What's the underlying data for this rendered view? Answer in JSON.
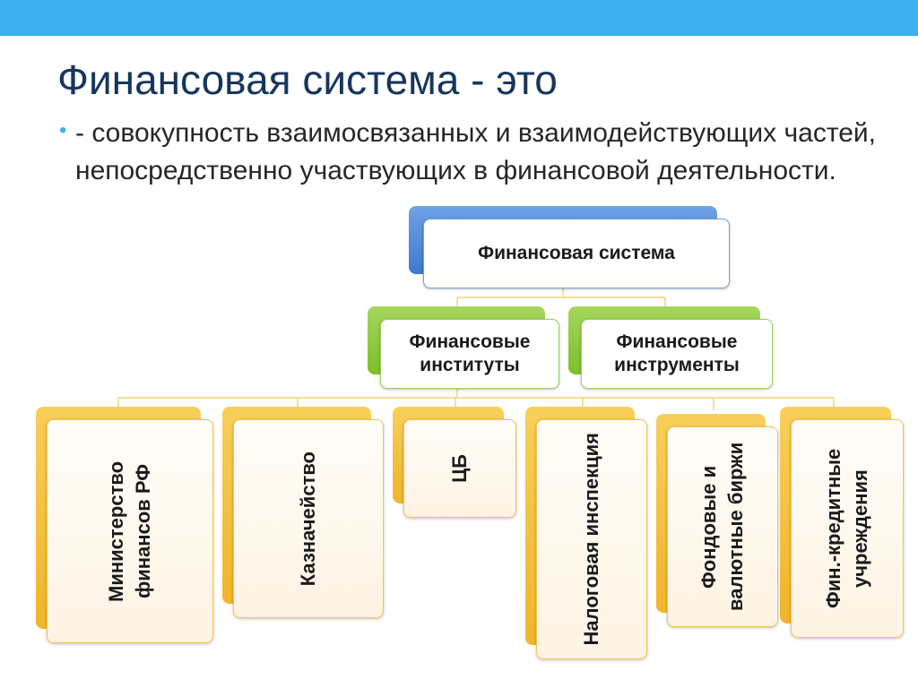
{
  "title": "Финансовая система - это",
  "bullet": "- совокупность взаимосвязанных и взаимодействующих частей, непосредственно участвующих в финансовой деятельности.",
  "diagram": {
    "root": "Финансовая система",
    "level2": {
      "institutions": "Финансовые институты",
      "instruments": "Финансовые инструменты"
    },
    "level3": [
      "Министерство финансов РФ",
      "Казначейство",
      "ЦБ",
      "Налоговая инспекция",
      "Фондовые и валютные биржи",
      "Фин.-кредитные учреждения"
    ]
  },
  "colors": {
    "header_bar": "#3bb0f0",
    "title": "#17365d",
    "root_accent": "#4a86d8",
    "level2_accent": "#8cc63f",
    "level3_accent": "#f5c240",
    "connector": "#f2d27a"
  }
}
